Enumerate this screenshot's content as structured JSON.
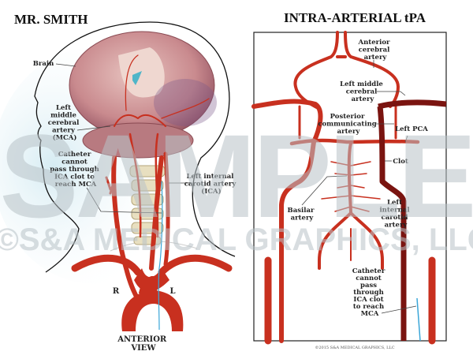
{
  "left_panel": {
    "title": "MR. SMITH",
    "labels": {
      "brain": "Brain",
      "mca": [
        "Left",
        "middle",
        "cerebral",
        "artery",
        "(MCA)"
      ],
      "catheter": [
        "Catheter",
        "cannot",
        "pass through",
        "ICA clot to",
        "reach MCA"
      ],
      "ica": [
        "Left internal",
        "carotid artery",
        "(ICA)"
      ],
      "right": "R",
      "left": "L"
    },
    "view": [
      "ANTERIOR",
      "VIEW"
    ]
  },
  "right_panel": {
    "title": "INTRA-ARTERIAL tPA",
    "labels": {
      "aca": [
        "Anterior",
        "cerebral",
        "artery"
      ],
      "lmca": [
        "Left middle",
        "cerebral",
        "artery"
      ],
      "pcom": [
        "Posterior",
        "communicating",
        "artery"
      ],
      "lpca": "Left PCA",
      "clot": "Clot",
      "basilar": [
        "Basilar",
        "artery"
      ],
      "lica": [
        "Left",
        "internal",
        "carotid",
        "artery"
      ],
      "catheter": [
        "Catheter",
        "cannot",
        "pass",
        "through",
        "ICA clot",
        "to reach",
        "MCA"
      ]
    },
    "copyright": "©2015 S&A MEDICAL GRAPHICS, LLC"
  },
  "watermark": {
    "big": "SAMPLE",
    "line": "©S&A MEDICAL GRAPHICS, LLC"
  },
  "colors": {
    "artery": "#c8301f",
    "clot": "#7a1410",
    "brain": "#c98a8e",
    "catheter": "#3aa6d8"
  }
}
